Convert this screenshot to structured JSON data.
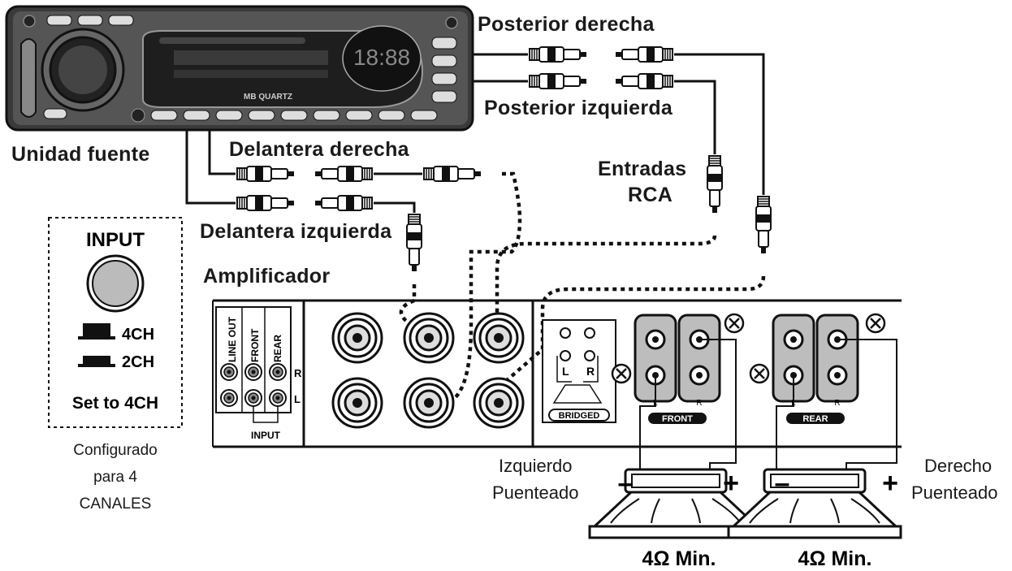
{
  "labels": {
    "rear_right": "Posterior derecha",
    "rear_left": "Posterior izquierda",
    "source_unit": "Unidad fuente",
    "front_right": "Delantera derecha",
    "front_left": "Delantera izquierda",
    "rca_inputs_line1": "Entradas",
    "rca_inputs_line2": "RCA",
    "amplifier": "Amplificador",
    "left_bridged_line1": "Izquierdo",
    "left_bridged_line2": "Puenteado",
    "right_bridged_line1": "Derecho",
    "right_bridged_line2": "Puenteado",
    "configured_line1": "Configurado",
    "configured_line2": "para 4",
    "configured_line3": "CANALES"
  },
  "input_switch": {
    "title": "INPUT",
    "option_4ch": "4CH",
    "option_2ch": "2CH",
    "instruction": "Set to 4CH"
  },
  "amp_panel": {
    "line_out": "LINE OUT",
    "front": "FRONT",
    "rear": "REAR",
    "r": "R",
    "l": "L",
    "input": "INPUT",
    "bridged": "BRIDGED",
    "bridged_l": "L",
    "bridged_r": "R",
    "terminal_front": "FRONT",
    "terminal_rear": "REAR",
    "terminal_l": "L",
    "terminal_r": "R"
  },
  "speakers": {
    "left_spec": "4Ω Min.",
    "right_spec": "4Ω Min.",
    "minus": "–",
    "plus": "+"
  },
  "head_unit": {
    "brand": "MB QUARTZ",
    "display": "18:88"
  }
}
